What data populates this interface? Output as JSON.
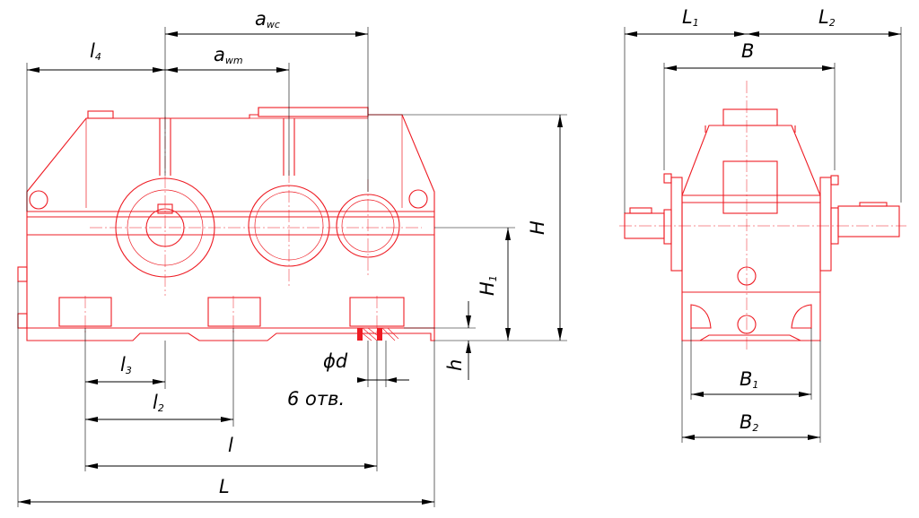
{
  "drawing": {
    "colors": {
      "outline": "#ee1c24",
      "dimension": "#000000",
      "background": "#ffffff"
    },
    "front_view": {
      "dims": {
        "awc": {
          "main": "a",
          "sub": "wc"
        },
        "awm": {
          "main": "a",
          "sub": "wm"
        },
        "l4": {
          "main": "l",
          "sub": "4"
        },
        "H": {
          "main": "H"
        },
        "H1": {
          "main": "H",
          "sub": "1"
        },
        "h": {
          "main": "h"
        },
        "d": {
          "main": "ϕd"
        },
        "holes": {
          "main": "6 отв."
        },
        "l3": {
          "main": "l",
          "sub": "3"
        },
        "l2": {
          "main": "l",
          "sub": "2"
        },
        "l": {
          "main": "l"
        },
        "L": {
          "main": "L"
        }
      }
    },
    "side_view": {
      "dims": {
        "L1": {
          "main": "L",
          "sub": "1"
        },
        "L2": {
          "main": "L",
          "sub": "2"
        },
        "B": {
          "main": "B"
        },
        "B1": {
          "main": "B",
          "sub": "1"
        },
        "B2": {
          "main": "B",
          "sub": "2"
        }
      }
    }
  }
}
